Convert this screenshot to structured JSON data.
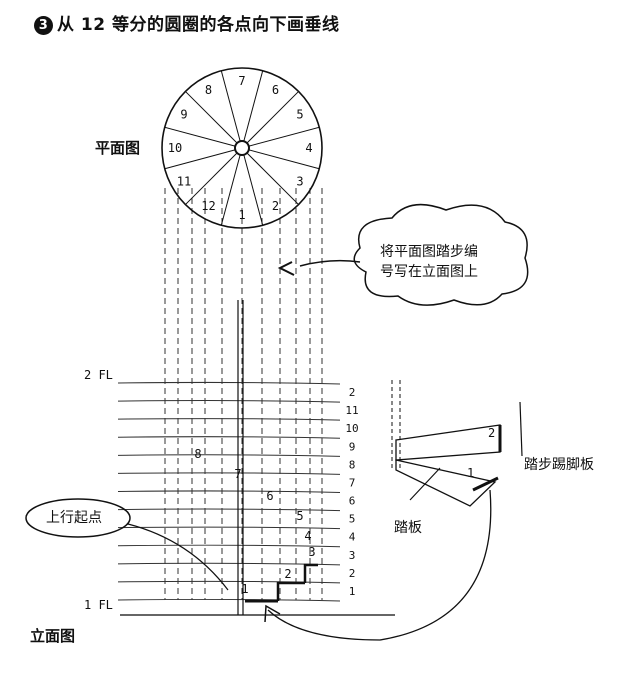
{
  "title": {
    "number": "3",
    "text": "从 12 等分的圆圈的各点向下画垂线"
  },
  "plan_label": "平面图",
  "elevation_label": "立面图",
  "cloud_note": {
    "line1": "将平面图踏步编",
    "line2": "号写在立面图上"
  },
  "start_note": "上行起点",
  "floor_labels": {
    "upper": "2 FL",
    "lower": "1 FL"
  },
  "circle_numbers": [
    "1",
    "2",
    "3",
    "4",
    "5",
    "6",
    "7",
    "8",
    "9",
    "10",
    "11",
    "12"
  ],
  "step_levels": [
    "1",
    "2",
    "3",
    "4",
    "5",
    "6",
    "7",
    "8",
    "9",
    "10",
    "11",
    "2"
  ],
  "elevation_step_numbers": [
    "1",
    "2",
    "3",
    "4",
    "5",
    "6",
    "7",
    "8"
  ],
  "detail": {
    "riser_label": "踏步踢脚板",
    "tread_label": "踏板",
    "step1": "1",
    "step2": "2"
  }
}
